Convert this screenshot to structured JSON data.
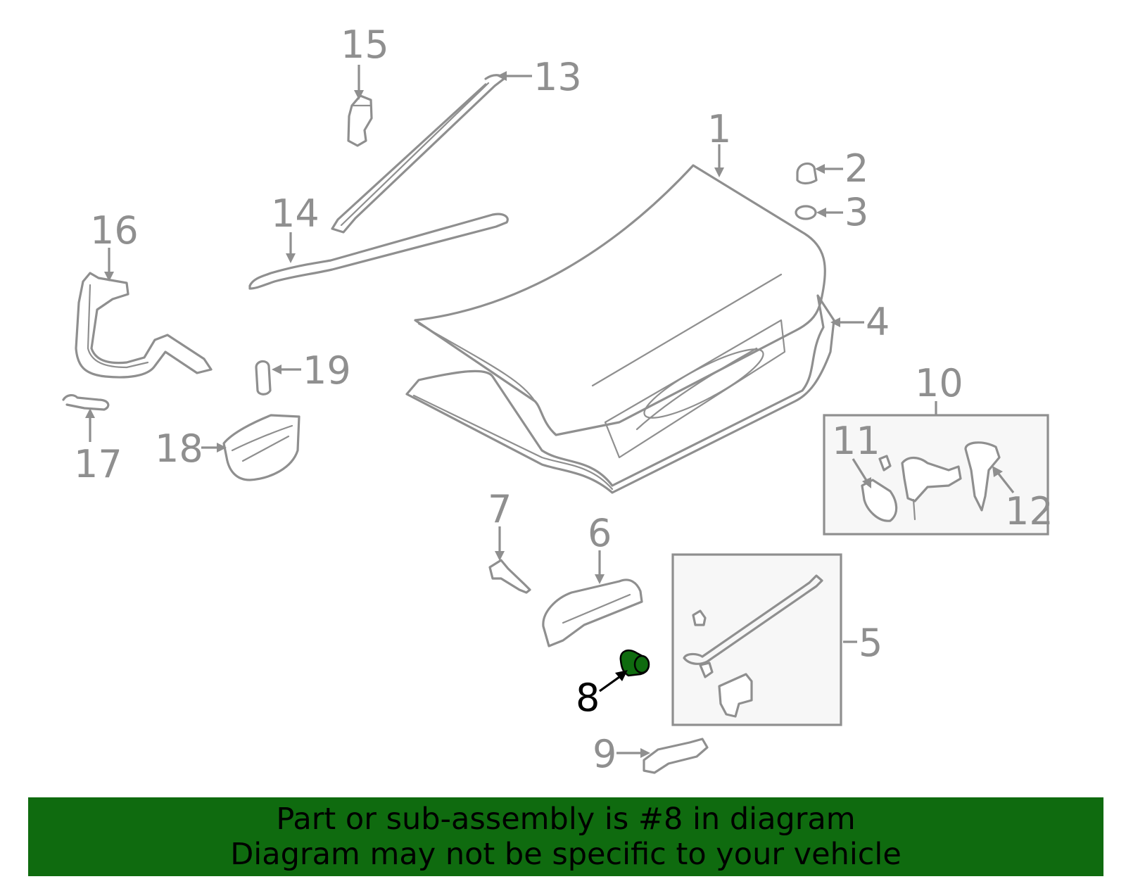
{
  "diagram": {
    "highlighted_part": "8",
    "highlight_color": "#0f6b0f",
    "line_color": "#8f8f8f",
    "callouts": {
      "c1": "1",
      "c2": "2",
      "c3": "3",
      "c4": "4",
      "c5": "5",
      "c6": "6",
      "c7": "7",
      "c8": "8",
      "c9": "9",
      "c10": "10",
      "c11": "11",
      "c12": "12",
      "c13": "13",
      "c14": "14",
      "c15": "15",
      "c16": "16",
      "c17": "17",
      "c18": "18",
      "c19": "19"
    }
  },
  "banner": {
    "line1": "Part or sub-assembly is #8 in diagram",
    "line2": "Diagram may not be specific to your vehicle",
    "background": "#0f6b0f"
  }
}
